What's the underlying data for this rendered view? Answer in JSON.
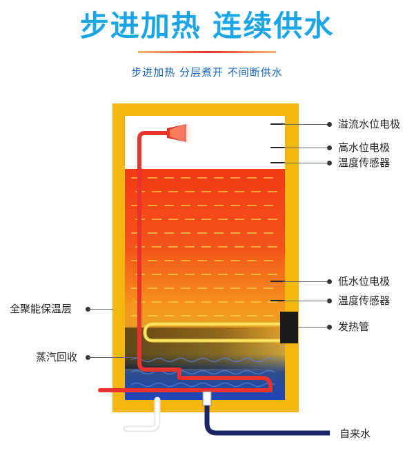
{
  "header": {
    "title": "步进加热 连续供水",
    "subtitle": "步进加热 分层煮开 不间断供水"
  },
  "labels": {
    "overflow_electrode": "溢流水位电极",
    "high_electrode": "高水位电极",
    "temp_sensor_top": "温度传感器",
    "low_electrode": "低水位电极",
    "temp_sensor_bottom": "温度传感器",
    "heating_tube": "发热管",
    "insulation": "全聚能保温层",
    "steam_recovery": "蒸汽回收",
    "inlet_water": "自来水"
  },
  "colors": {
    "title_blue": "#1aa5e6",
    "subtitle_blue": "#1565c0",
    "insulation_yellow": "#f4b70f",
    "hot_water_red": "#f23a14",
    "warm_water_orange": "#f59a1c",
    "cold_water_blue": "#1f46b8",
    "pipe_red": "#e8322b",
    "inlet_pipe_navy": "#1a2466"
  }
}
